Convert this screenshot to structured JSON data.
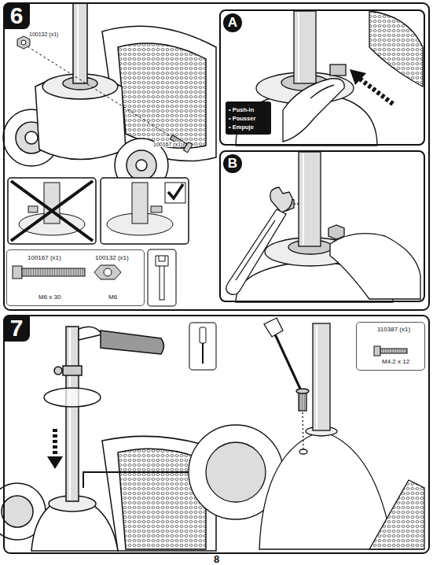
{
  "diagram": {
    "nodes": [
      {
        "text": [
          "6"
        ]
      },
      {
        "text": [
          "A"
        ],
        "in": 0
      },
      {
        "text": [
          "• Push-in",
          "• Pousser",
          "• Empuje"
        ],
        "in": 1
      },
      {
        "text": [
          "B"
        ],
        "in": 0
      },
      {
        "text": [
          "100167 (x1)",
          "100132 (x1)",
          "M6 x 30",
          "M6"
        ],
        "in": 0
      },
      {
        "text": [
          "7"
        ]
      },
      {
        "text": [
          "110387 (x1)",
          "M4.2 x 12"
        ],
        "in": 5
      }
    ],
    "labels": [
      "100132 (x1)",
      "100167 (x1)",
      "8"
    ]
  }
}
